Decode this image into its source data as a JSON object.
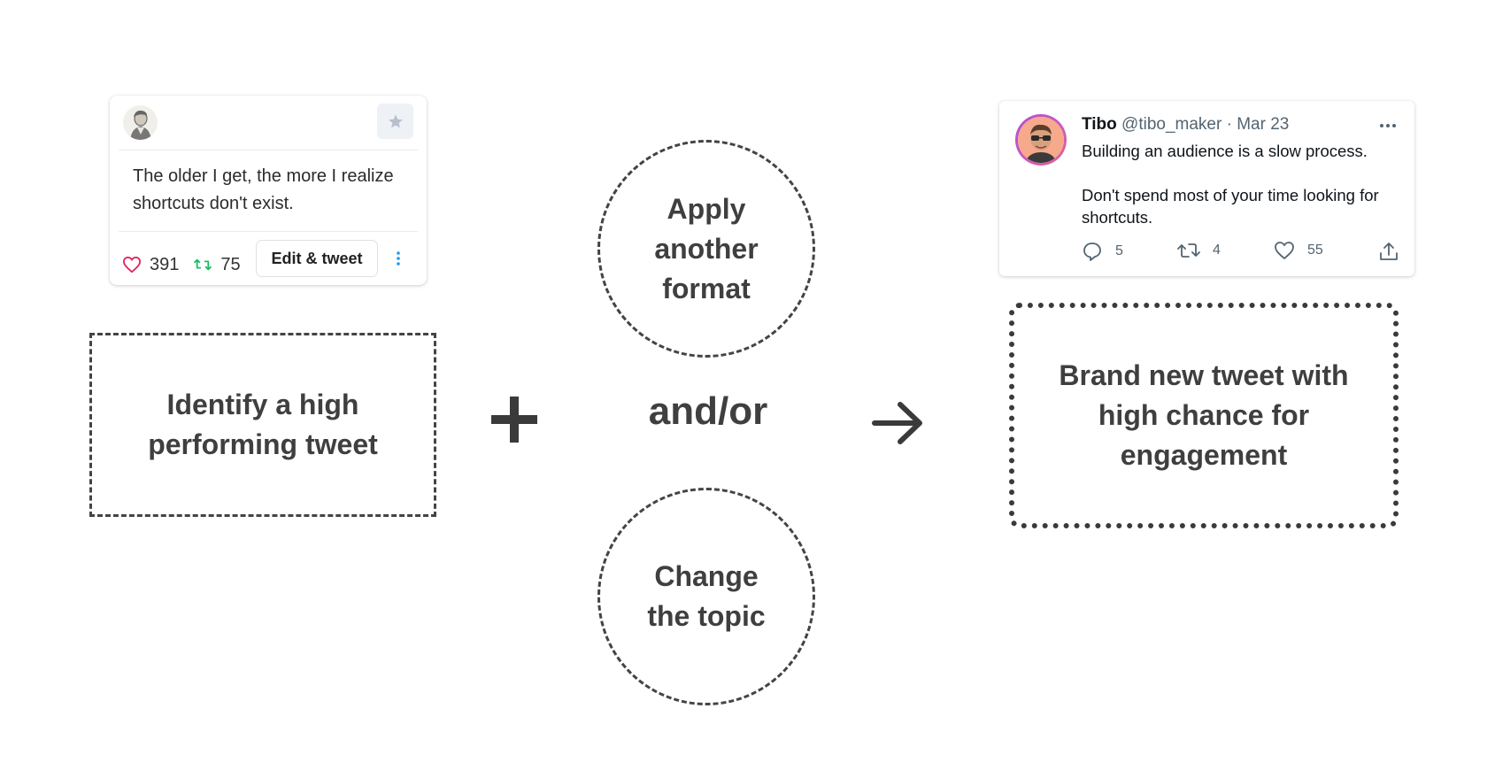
{
  "left_tweet": {
    "text": "The older I get, the more I realize shortcuts don't exist.",
    "likes": "391",
    "retweets": "75",
    "edit_button": "Edit & tweet"
  },
  "steps": {
    "identify": "Identify a high performing tweet",
    "plus": "+",
    "apply_format": "Apply another format",
    "and_or": "and/or",
    "change_topic": "Change the topic",
    "arrow": "→",
    "result": "Brand new tweet with high chance for engagement"
  },
  "right_tweet": {
    "name": "Tibo",
    "handle": "@tibo_maker",
    "date": "· Mar 23",
    "line1": "Building an audience is a slow process.",
    "line2": "Don't spend most of your time looking for shortcuts.",
    "replies": "5",
    "retweets": "4",
    "likes": "55"
  },
  "colors": {
    "heart": "#e0245e",
    "retweet": "#17bf63",
    "more_dots": "#1d9bf0",
    "dashed": "#444444"
  }
}
